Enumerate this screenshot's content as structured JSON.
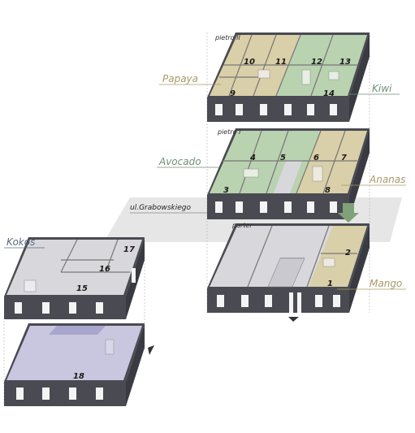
{
  "floors": {
    "second": "pietro II",
    "first": "pietro I",
    "ground": "parter"
  },
  "street": "ul.Grabowskiego",
  "apartments": {
    "papaya": "Papaya",
    "kiwi": "Kiwi",
    "avocado": "Avocado",
    "ananas": "Ananas",
    "mango": "Mango",
    "kokos": "Kokos"
  },
  "rooms": [
    "1",
    "2",
    "3",
    "4",
    "5",
    "6",
    "7",
    "8",
    "9",
    "10",
    "11",
    "12",
    "13",
    "14",
    "15",
    "16",
    "17",
    "18"
  ],
  "colors": {
    "wall_dark": "#4a4a52",
    "tan_room": "#d9cfa8",
    "green_room": "#b9d2b0",
    "gray_room": "#d8d8dc",
    "lavender_room": "#c9c7df",
    "label_tan": "#a89a6a",
    "label_green": "#6f8f78",
    "label_slate": "#5b6a80"
  }
}
